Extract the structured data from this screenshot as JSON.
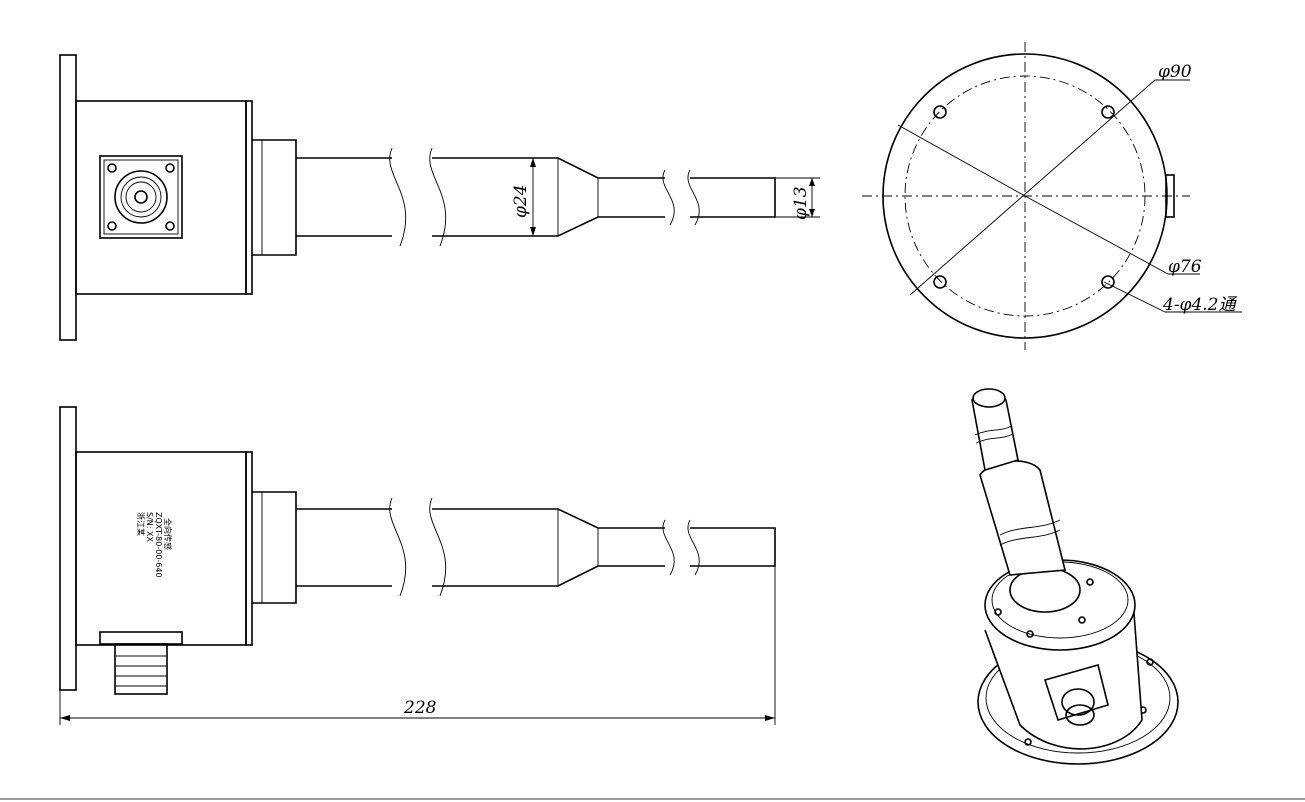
{
  "dimensions": {
    "shaft_dia": "φ24",
    "tip_dia": "φ13",
    "flange_dia": "φ90",
    "bolt_circle_dia": "φ76",
    "holes": "4-φ4.2通",
    "length": "228"
  },
  "nameplate": {
    "line1": "全向传感",
    "line2": "ZQXT-80-00-640",
    "line3": "S/N: XX",
    "line4": "浙江某"
  }
}
